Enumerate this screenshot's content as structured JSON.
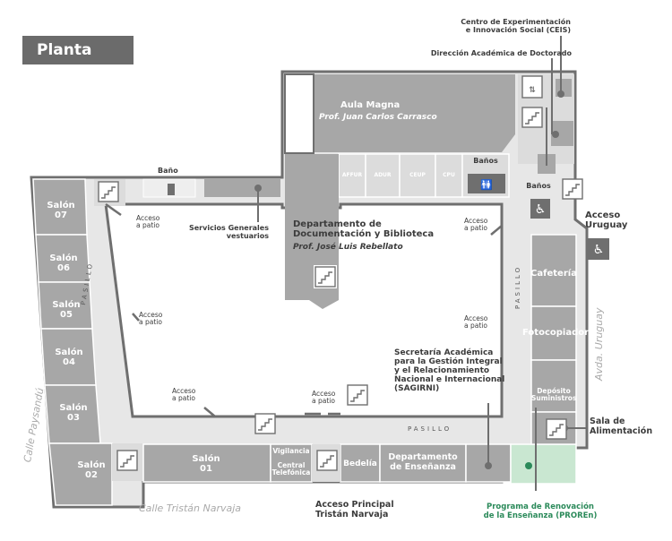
{
  "title": "Planta Baja",
  "colors": {
    "building": "#d5d5d5",
    "room": "#a7a7a7",
    "wall": "#6f6f6f",
    "corridor": "#e9e9e9",
    "highlight": "#c9e7d1",
    "accent": "#2b8a5a"
  },
  "rooms": {
    "salon07": "Salón\n07",
    "salon06": "Salón\n06",
    "salon05": "Salón\n05",
    "salon04": "Salón\n04",
    "salon03": "Salón\n03",
    "salon02": "Salón\n02",
    "salon01": "Salón\n01",
    "aula_magna": "Aula Magna",
    "aula_magna_sub": "Prof. Juan Carlos Carrasco",
    "affur": "AFFUR",
    "adur": "ADUR",
    "ceup": "CEUP",
    "cpu": "CPU",
    "banos_top": "Baños",
    "banos_right": "Baños",
    "cafeteria": "Cafetería",
    "fotocopiadora": "Fotocopiadora",
    "deposito": "Depósito\nSuministros",
    "vigilancia": "Vigilancia",
    "central": "Central\nTelefónica",
    "bedelia": "Bedelía",
    "dep_ensenanza": "Departamento\nde Enseñanza"
  },
  "labels": {
    "centro": "Centro de Experimentación\ne Innovación Social (CEIS)",
    "direccion": "Dirección Académica de Doctorado",
    "bano": "Baño",
    "servicios": "Servicios Generales\nvestuarios",
    "dept_doc": "Departamento de\nDocumentación y Biblioteca",
    "dept_doc_sub": "Prof. José Luis Rebellato",
    "acceso_uruguay": "Acceso\nUruguay",
    "secretaria": "Secretaría Académica\npara la Gestión Integral\ny el Relacionamiento\nNacional e Internacional\n(SAGIRNI)",
    "sala_alim": "Sala de\nAlimentación",
    "acceso_principal": "Acceso Principal\nTristán Narvaja",
    "proren": "Programa de Renovación\nde la Enseñanza (PROREn)",
    "acceso_patio": "Acceso\na patio",
    "pasillo": "PASILLO"
  },
  "streets": {
    "narvaja": "Calle Tristán Narvaja",
    "paysandu": "Calle Paysandú",
    "uruguay": "Avda. Uruguay"
  }
}
